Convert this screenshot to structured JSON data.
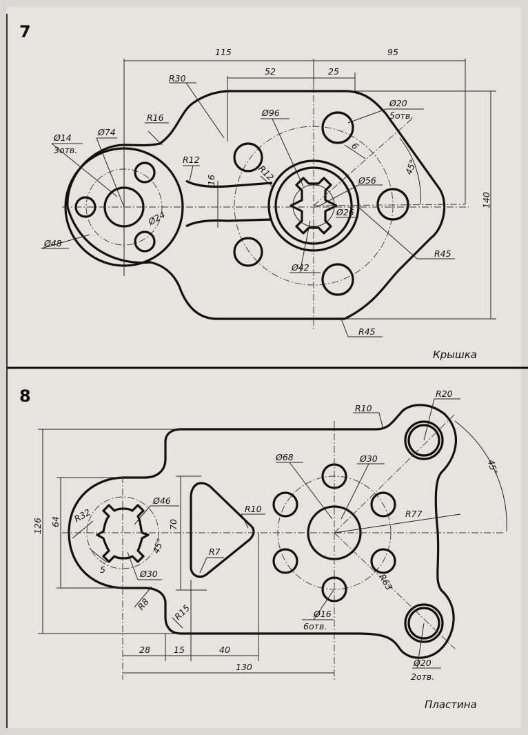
{
  "panel7": {
    "number": "7",
    "caption": "Крышка",
    "dims": {
      "d115": "115",
      "d95": "95",
      "d52": "52",
      "d25": "25",
      "r30": "R30",
      "r16": "R16",
      "r12": "R12",
      "d16": "16",
      "d14": "Ø14",
      "holes3": "3отв.",
      "d74": "Ø74",
      "d48": "Ø48",
      "d24": "Ø24",
      "d96": "Ø96",
      "r12b": "R12",
      "d20": "Ø20",
      "holes5": "5отв.",
      "d6": "6",
      "a45": "45°",
      "d56": "Ø56",
      "d26": "Ø26",
      "d42": "Ø42",
      "d140": "140",
      "r45a": "R45",
      "r45b": "R45"
    }
  },
  "panel8": {
    "number": "8",
    "caption": "Пластина",
    "dims": {
      "r10a": "R10",
      "r20a": "R20",
      "d68": "Ø68",
      "d30a": "Ø30",
      "a45": "45°",
      "r77": "R77",
      "r63": "R63",
      "d16": "Ø16",
      "holes6": "6отв.",
      "d20": "Ø20",
      "holes2": "2отв.",
      "d126": "126",
      "d64": "64",
      "r32": "R32",
      "d46": "Ø46",
      "d70": "70",
      "r10b": "R10",
      "a45b": "45°",
      "d5": "5",
      "d30b": "Ø30",
      "r7": "R7",
      "r8": "R8",
      "r15": "R15",
      "d28": "28",
      "d15": "15",
      "d40": "40",
      "d130": "130"
    }
  }
}
